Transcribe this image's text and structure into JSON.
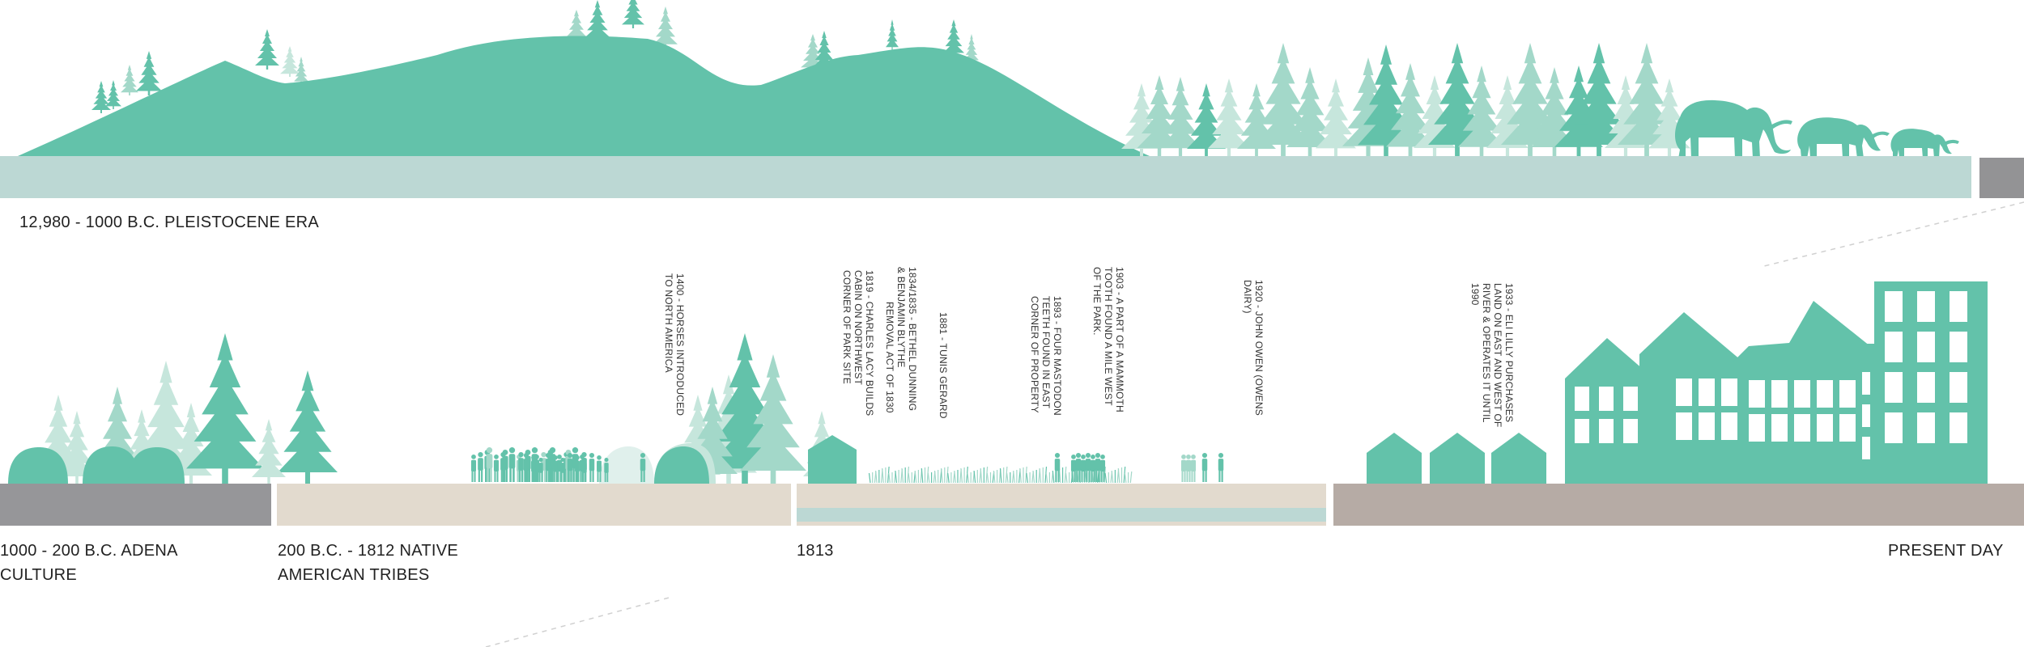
{
  "colors": {
    "green": "#63c2aa",
    "green_light": "#a3d8c9",
    "green_pale": "#c6e6dc",
    "ground_pleistocene": "#bcd8d4",
    "ground_adena": "#969699",
    "ground_native": "#e2dace",
    "ground_1813": "#e2dace",
    "water_1813": "#bcd8d4",
    "ground_present": "#b6aba5",
    "text": "#222222"
  },
  "eras": {
    "pleistocene": "12,980 - 1000 B.C. PLEISTOCENE ERA",
    "adena": [
      "1000 - 200 B.C. ADENA",
      "CULTURE"
    ],
    "native": [
      "200 B.C. - 1812 NATIVE",
      "AMERICAN TRIBES"
    ],
    "year_1813": "1813",
    "present": "PRESENT DAY"
  },
  "events": {
    "horses": [
      "1400 - HORSES INTRODUCED",
      "TO NORTH AMERICA"
    ],
    "lacy": [
      "1819 - CHARLES LACY BUILDS",
      "CABIN ON NORTHWEST",
      "CORNER OF PARK SITE"
    ],
    "removal": [
      "REMOVAL ACT OF 1830"
    ],
    "dunning": [
      "1834/1835 - BETHEL DUNNING",
      "& BENJAMIN BLYTHE"
    ],
    "gerard": [
      "1881 - TUNIS GERARD"
    ],
    "mastodon": [
      "1893 - FOUR MASTODON",
      "TEETH FOUND IN EAST",
      "CORNER OF PROPERTY"
    ],
    "mammoth": [
      "1903 - A PART OF A MAMMOTH",
      "TOOTH FOUND A MILE WEST",
      "OF THE PARK."
    ],
    "owen": [
      "1920 - JOHN OWEN (OWENS",
      "DAIRY)"
    ],
    "lilly": [
      "1933 - ELI LILLY PURCHASES",
      "LAND ON EAST AND WEST OF",
      "RIVER & OPERATES IT UNTIL",
      "1990"
    ]
  }
}
